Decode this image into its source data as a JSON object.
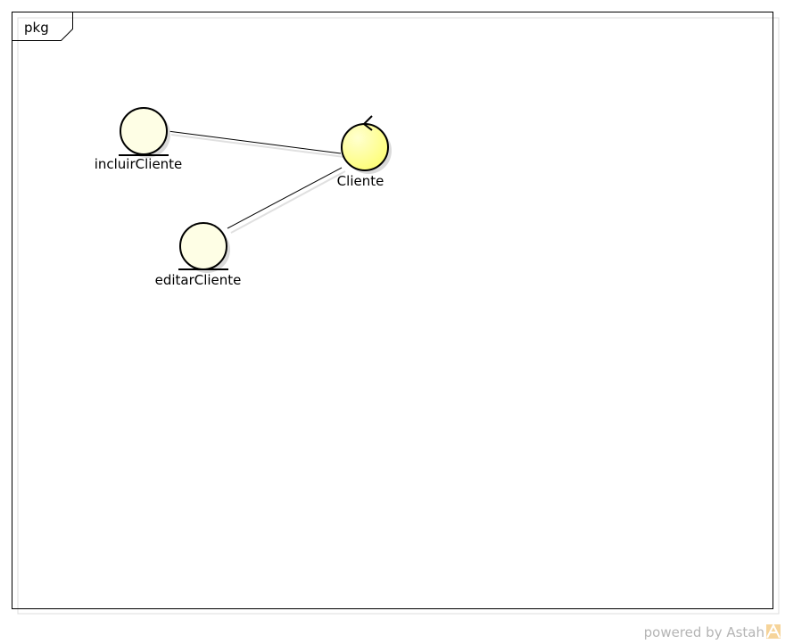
{
  "frame": {
    "label": "pkg"
  },
  "elements": {
    "incluir": {
      "name": "incluirCliente",
      "stereotype": "boundary"
    },
    "cliente": {
      "name": "Cliente",
      "stereotype": "control"
    },
    "editar": {
      "name": "editarCliente",
      "stereotype": "boundary"
    }
  },
  "links": [
    {
      "from": "incluirCliente",
      "to": "Cliente"
    },
    {
      "from": "editarCliente",
      "to": "Cliente"
    }
  ],
  "footer": {
    "text": "powered by Astah"
  },
  "colors": {
    "boundary_fill": "#fefee5",
    "control_fill": "#fdfd80",
    "line": "#000000",
    "shadow": "#d9d9d9",
    "footer_text": "#b4b4b4",
    "logo": "#f0b44a"
  }
}
